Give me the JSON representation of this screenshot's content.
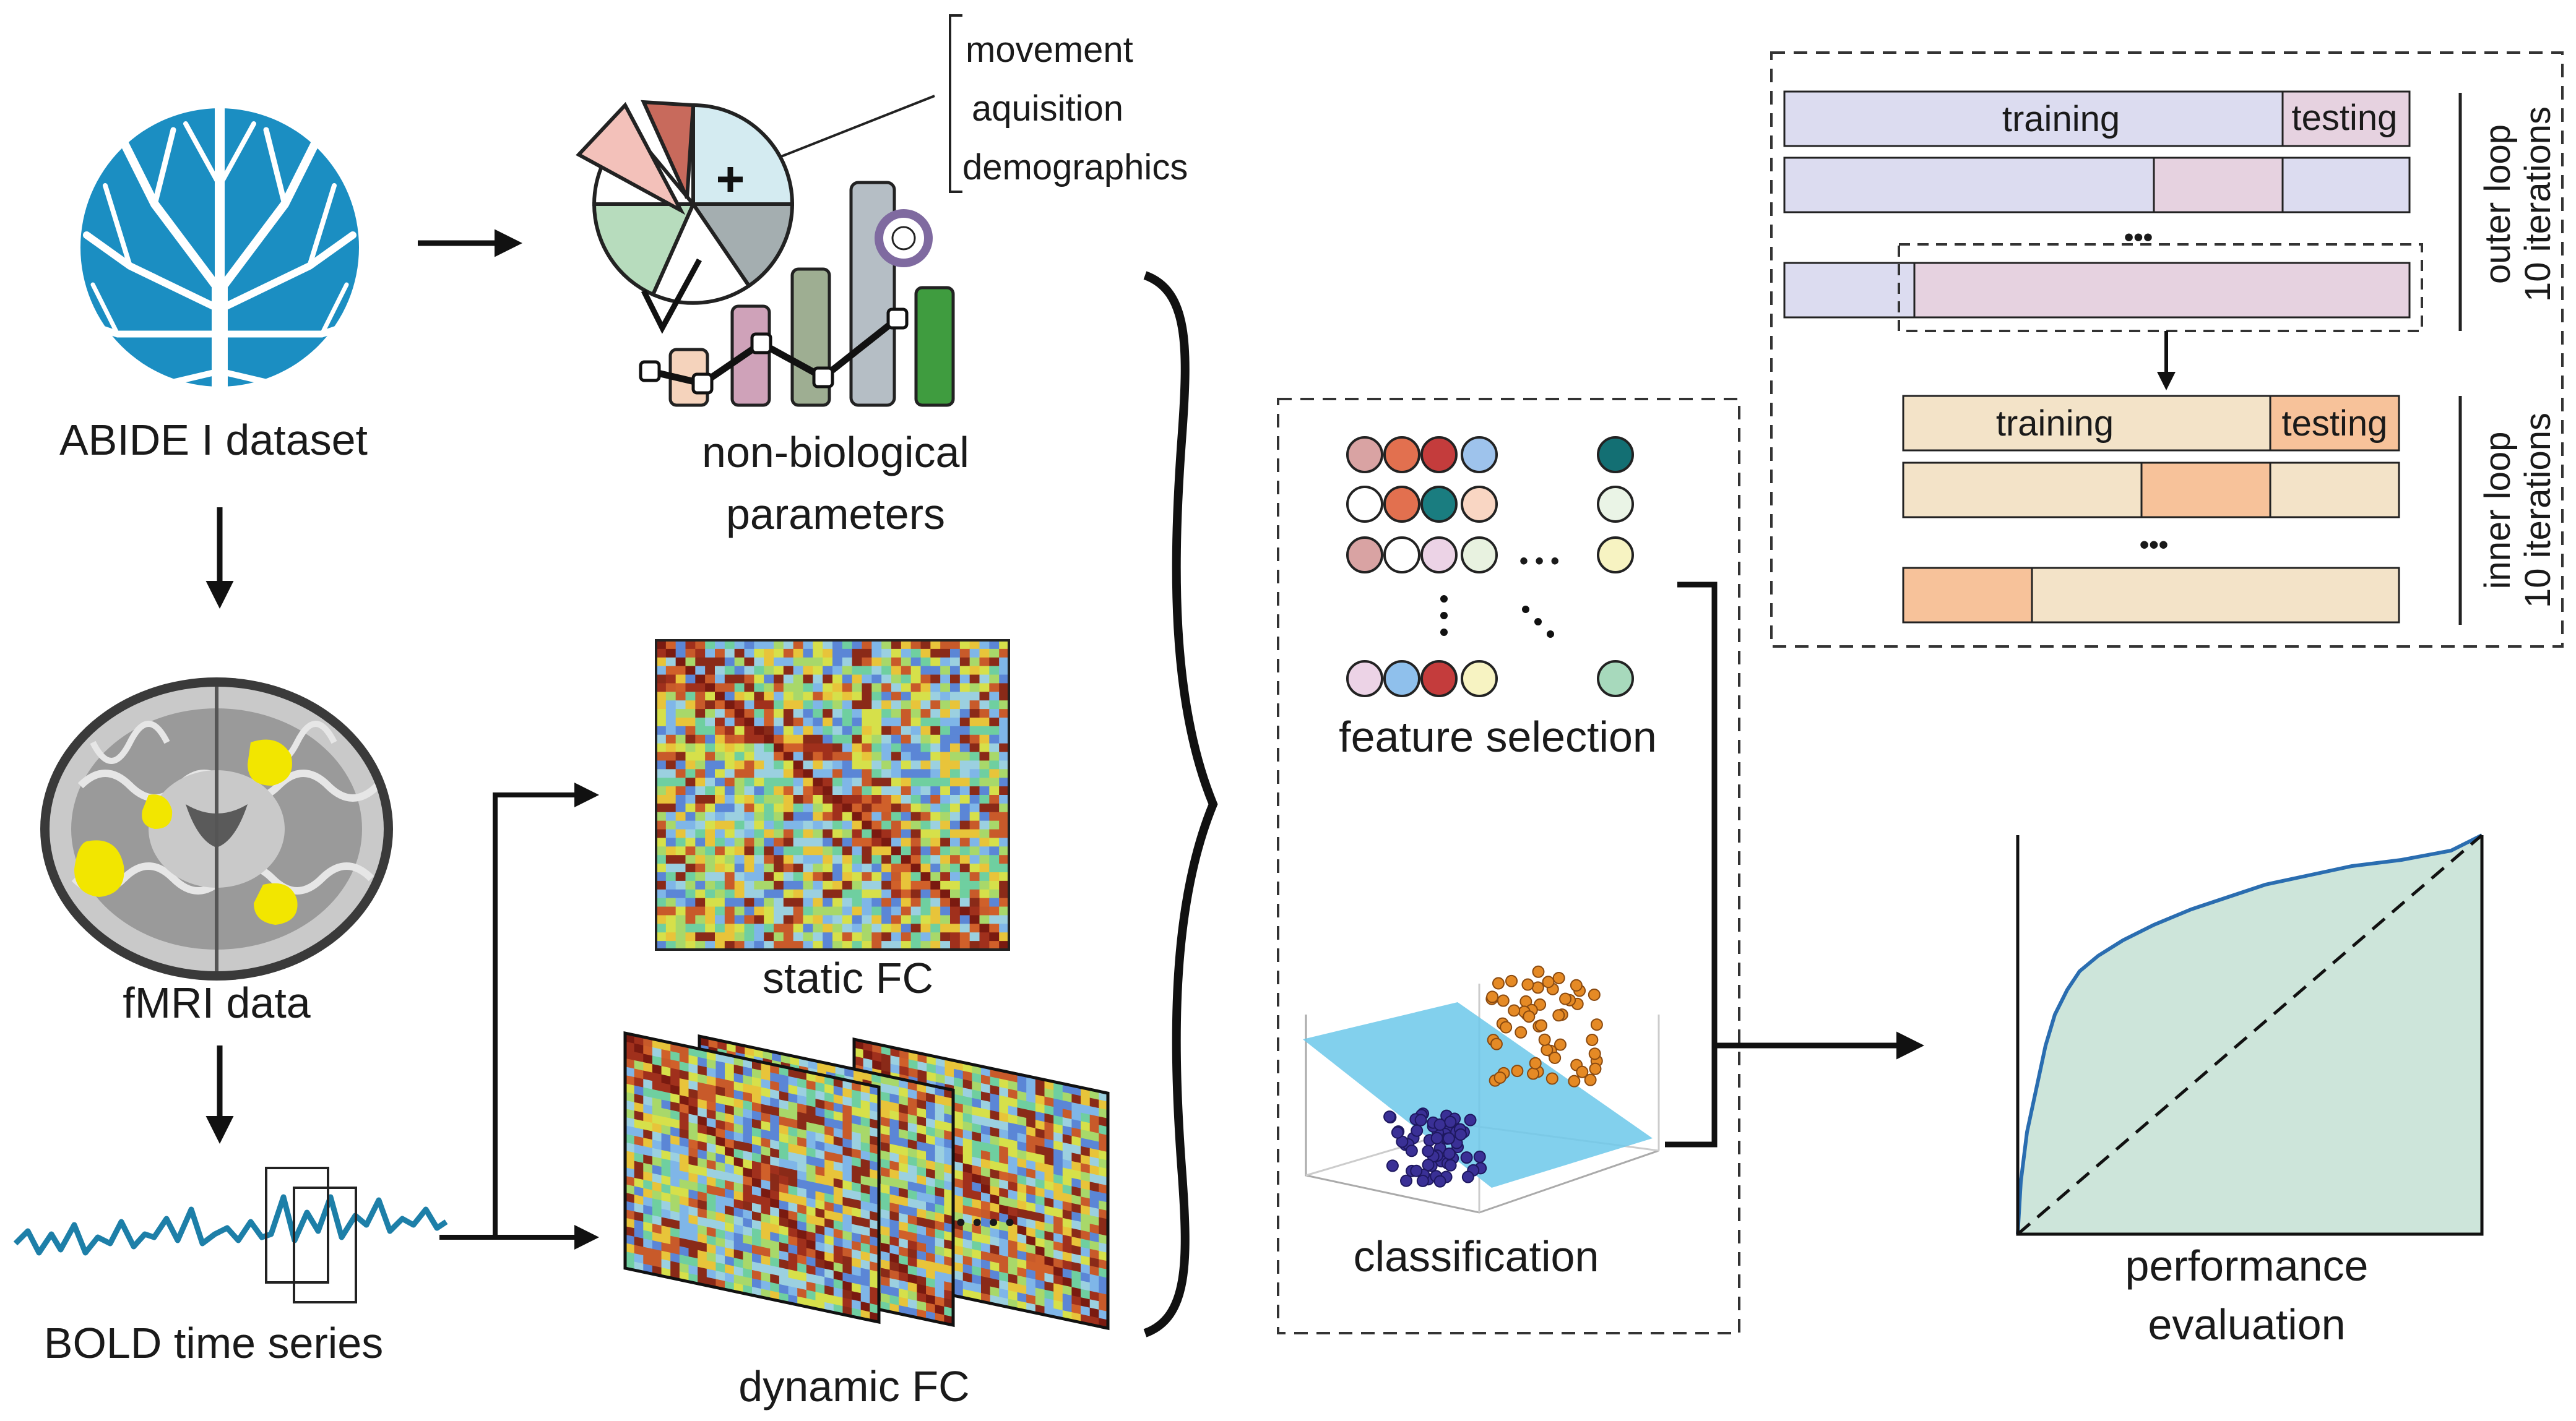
{
  "labels": {
    "dataset": "ABIDE I dataset",
    "fmri": "fMRI data",
    "bold": "BOLD time series",
    "nonbio_line1": "non-biological",
    "nonbio_line2": "parameters",
    "static_fc": "static FC",
    "dynamic_fc": "dynamic FC",
    "feature_selection": "feature selection",
    "classification": "classification",
    "perf_line1": "performance",
    "perf_line2": "evaluation"
  },
  "nonbio_params": [
    "movement",
    "aquisition",
    "demographics"
  ],
  "cross_validation": {
    "training": "training",
    "testing": "testing",
    "ellipsis": "•••",
    "outer_line1": "outer loop",
    "outer_line2": "10 iterations",
    "inner_line1": "inner loop",
    "inner_line2": "10 iterations"
  },
  "feature_ellipsis": "• • •",
  "dfc_ellipsis": "• • • •",
  "colors": {
    "tree": "#1b8ec2",
    "bold": "#1d7fa8",
    "roi": "#f2e600",
    "outer_train": "#dcdcf0",
    "outer_test": "#e6d2e0",
    "inner_train": "#f3e3c8",
    "inner_test": "#f7c29a",
    "roc_fill": "#cde5da",
    "roc_line": "#2a6db0",
    "hyperplane": "#6cc8ea"
  },
  "feature_dot_colors": [
    [
      "#d9a3a3",
      "#e2704f",
      "#c43c3c",
      "#9ec3ec",
      "#136f73"
    ],
    [
      "#ffffff",
      "#e2704f",
      "#1a7d80",
      "#f9d6c3",
      "#eaf4e6"
    ],
    [
      "#d9a3a3",
      "#ffffff",
      "#ecd3e6",
      "#e8f2e0",
      "#f7f3c2"
    ],
    [
      "#ecd3e6",
      "#8fc0ec",
      "#c43c3c",
      "#f7f3c2",
      "#a7d9bc"
    ]
  ],
  "nonbio_bar_colors": [
    "#f5d3bc",
    "#cfa2b9",
    "#9eae92",
    "#b5bec5",
    "#3f9c3f"
  ]
}
